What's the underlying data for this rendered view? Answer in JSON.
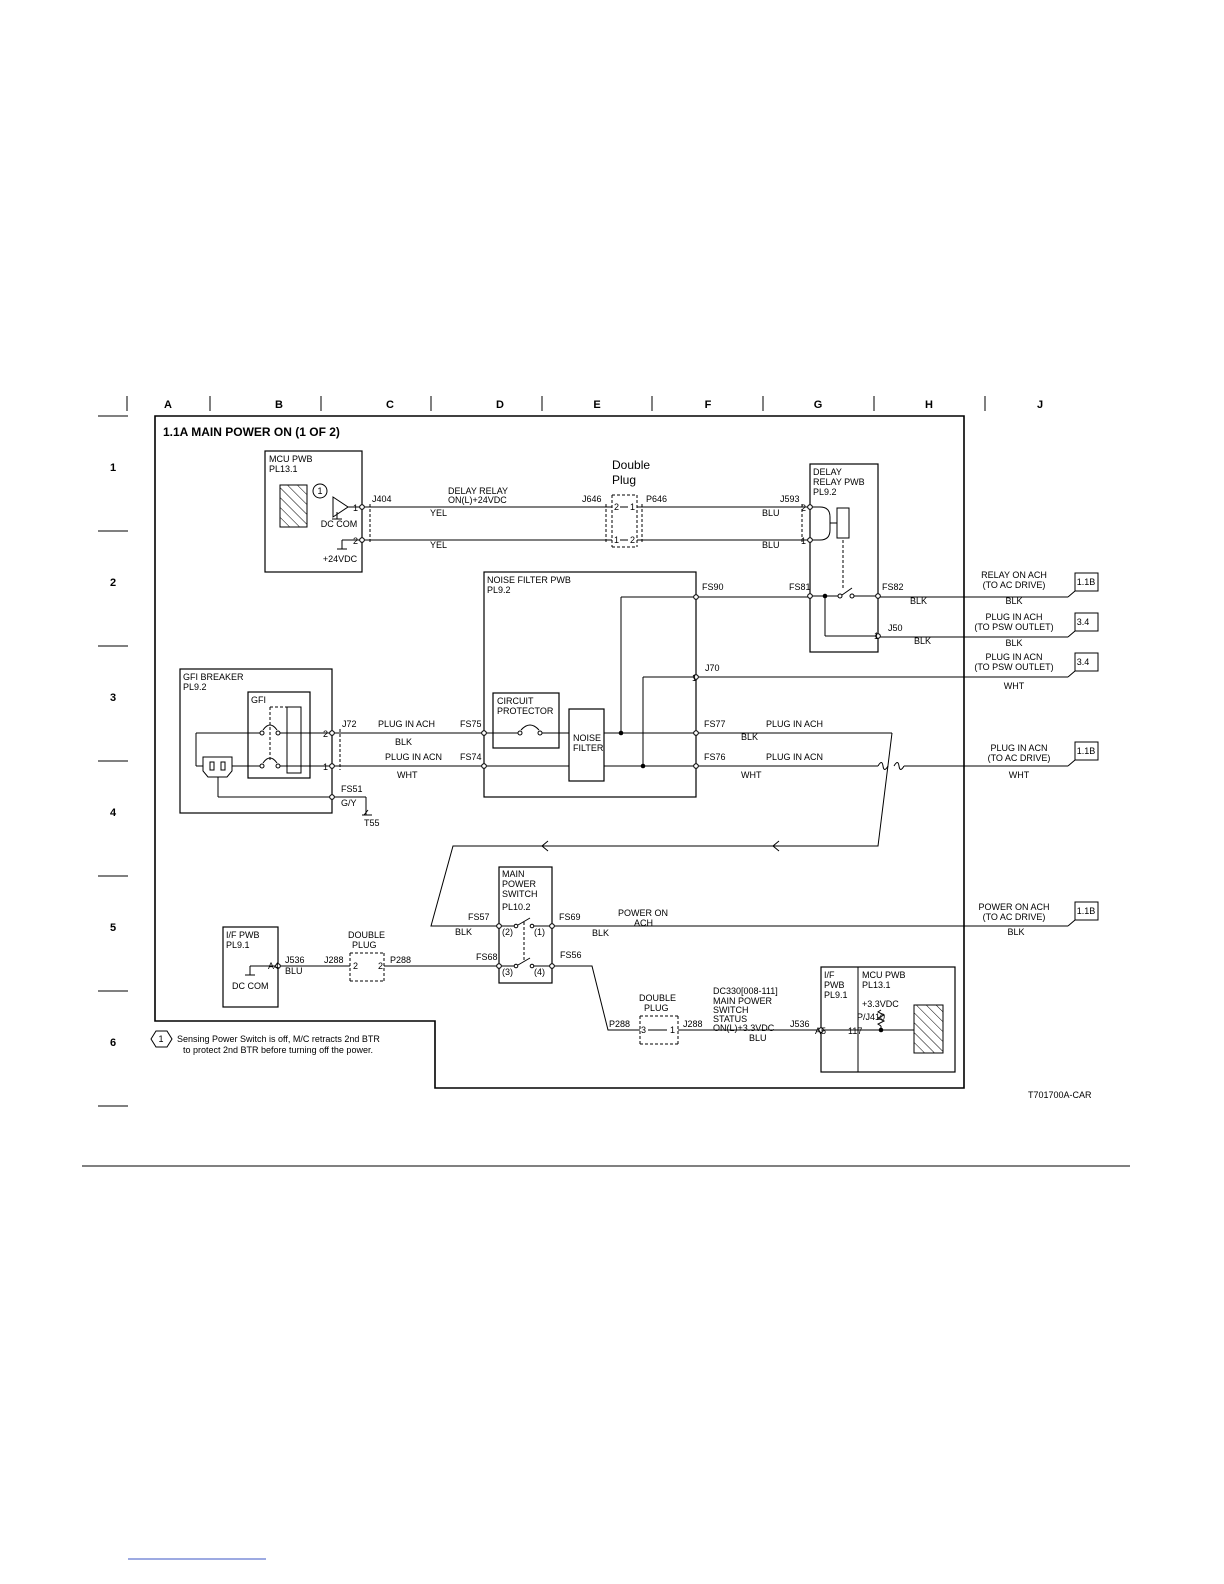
{
  "grid": {
    "columns": [
      "A",
      "B",
      "C",
      "D",
      "E",
      "F",
      "G",
      "H",
      "J"
    ],
    "rows": [
      "1",
      "2",
      "3",
      "4",
      "5",
      "6"
    ]
  },
  "title": "1.1A MAIN POWER ON (1 OF 2)",
  "figure_id": "T701700A-CAR",
  "components": {
    "mcu_pwb_top": {
      "name": "MCU PWB",
      "pl": "PL13.1",
      "dc_com": "DC COM",
      "vdc": "+24VDC",
      "note_num": "1"
    },
    "delay_relay_signal": {
      "line1": "DELAY RELAY",
      "line2": "ON(L)+24VDC"
    },
    "double_plug_top": {
      "line1": "Double",
      "line2": "Plug"
    },
    "delay_relay_pwb": {
      "line1": "DELAY",
      "line2": "RELAY PWB",
      "pl": "PL9.2"
    },
    "noise_filter_pwb": {
      "name": "NOISE FILTER PWB",
      "pl": "PL9.2"
    },
    "circuit_protector": {
      "line1": "CIRCUIT",
      "line2": "PROTECTOR"
    },
    "noise_filter": {
      "line1": "NOISE",
      "line2": "FILTER"
    },
    "gfi_breaker": {
      "name": "GFI BREAKER",
      "pl": "PL9.2",
      "gfi": "GFI"
    },
    "main_power_switch": {
      "line1": "MAIN",
      "line2": "POWER",
      "line3": "SWITCH",
      "pl": "PL10.2"
    },
    "if_pwb_left": {
      "name": "I/F PWB",
      "pl": "PL9.1",
      "dc_com": "DC COM"
    },
    "double_plug_mid": {
      "line1": "DOUBLE",
      "line2": "PLUG"
    },
    "double_plug_bottom": {
      "line1": "DOUBLE",
      "line2": "PLUG"
    },
    "dc330": {
      "line1": "DC330[008-111]",
      "line2": "MAIN POWER",
      "line3": "SWITCH",
      "line4": "STATUS",
      "line5": "ON(L)+3.3VDC",
      "wire": "BLU"
    },
    "if_pwb_right": {
      "line1": "I/F",
      "line2": "PWB",
      "pl": "PL9.1"
    },
    "mcu_pwb_bottom": {
      "name": "MCU PWB",
      "pl": "PL13.1",
      "vdc": "+3.3VDC",
      "conn": "P/J410"
    }
  },
  "connectors": {
    "j404": "J404",
    "j646": "J646",
    "p646": "P646",
    "j593": "J593",
    "fs90": "FS90",
    "fs81": "FS81",
    "fs82": "FS82",
    "j50": "J50",
    "j70": "J70",
    "j72": "J72",
    "fs75": "FS75",
    "fs74": "FS74",
    "fs77": "FS77",
    "fs76": "FS76",
    "fs51": "FS51",
    "gy": "G/Y",
    "t55": "T55",
    "fs57": "FS57",
    "fs69": "FS69",
    "fs68": "FS68",
    "fs56": "FS56",
    "j536": "J536",
    "j288": "J288",
    "p288": "P288",
    "a4": "A4",
    "a5": "A5",
    "p117": "117",
    "pin1": "1",
    "pin2": "2",
    "pin3": "3",
    "sw2": "(2)",
    "sw1": "(1)",
    "sw3": "(3)",
    "sw4": "(4)"
  },
  "wires": {
    "yel": "YEL",
    "blu": "BLU",
    "blk": "BLK",
    "wht": "WHT",
    "plug_in_ach": "PLUG IN ACH",
    "plug_in_acn": "PLUG IN ACN",
    "power_on_ach_1": "POWER ON",
    "power_on_ach_2": "ACH"
  },
  "outputs": [
    {
      "line1": "RELAY ON ACH",
      "line2": "(TO AC DRIVE)",
      "wire": "BLK",
      "ref": "1.1B"
    },
    {
      "line1": "PLUG IN ACH",
      "line2": "(TO PSW OUTLET)",
      "wire": "BLK",
      "ref": "3.4"
    },
    {
      "line1": "PLUG IN ACN",
      "line2": "(TO PSW OUTLET)",
      "wire": "WHT",
      "ref": "3.4"
    },
    {
      "line1": "PLUG IN ACN",
      "line2": "(TO AC DRIVE)",
      "wire": "WHT",
      "ref": "1.1B"
    },
    {
      "line1": "POWER ON ACH",
      "line2": "(TO AC DRIVE)",
      "wire": "BLK",
      "ref": "1.1B"
    }
  ],
  "note": {
    "num": "1",
    "line1": "Sensing Power Switch is off, M/C retracts 2nd BTR",
    "line2": "to protect 2nd BTR before turning off the power."
  }
}
